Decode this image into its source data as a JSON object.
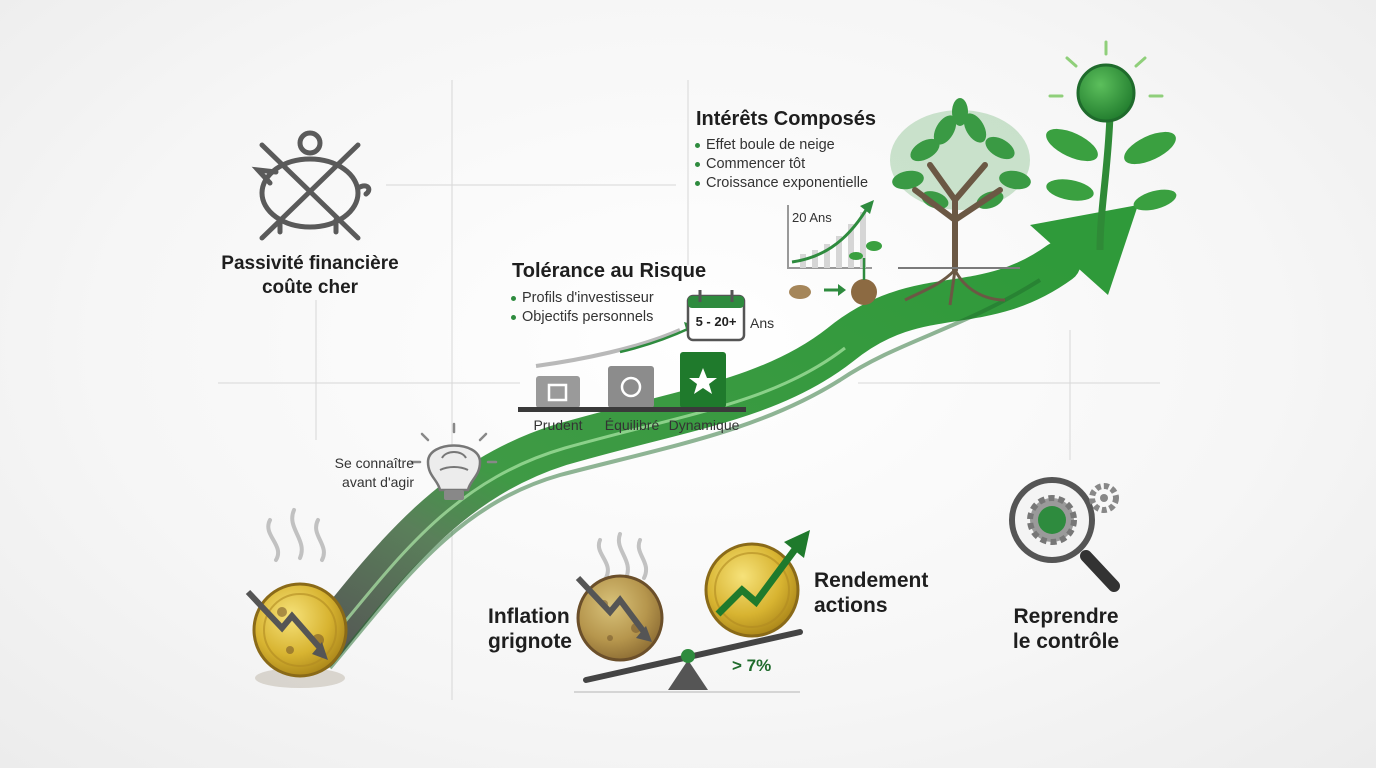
{
  "passivity": {
    "line1": "Passivité financière",
    "line2": "coûte cher",
    "icon": "crossed-piggy-bank-icon"
  },
  "self_knowledge": {
    "line1": "Se connaître",
    "line2": "avant d'agir",
    "icon": "brain-lightbulb-icon"
  },
  "risk": {
    "title": "Tolérance au Risque",
    "bullets": [
      "Profils d'investisseur",
      "Objectifs personnels"
    ],
    "horizon_value": "5 - 20+",
    "horizon_unit": "Ans",
    "profiles": [
      "Prudent",
      "Équilibré",
      "Dynamique"
    ]
  },
  "compound": {
    "title": "Intérêts Composés",
    "bullets": [
      "Effet boule de neige",
      "Commencer tôt",
      "Croissance exponentielle"
    ],
    "chart_label": "20 Ans"
  },
  "inflation": {
    "line1": "Inflation",
    "line2": "grignote"
  },
  "returns": {
    "line1": "Rendement",
    "line2": "actions",
    "rate": "> 7%"
  },
  "control": {
    "line1": "Reprendre",
    "line2": "le contrôle"
  },
  "colors": {
    "green": "#2e8b3e",
    "dark_green": "#1f6b2c",
    "gold": "#c9a227",
    "gray": "#777777"
  }
}
